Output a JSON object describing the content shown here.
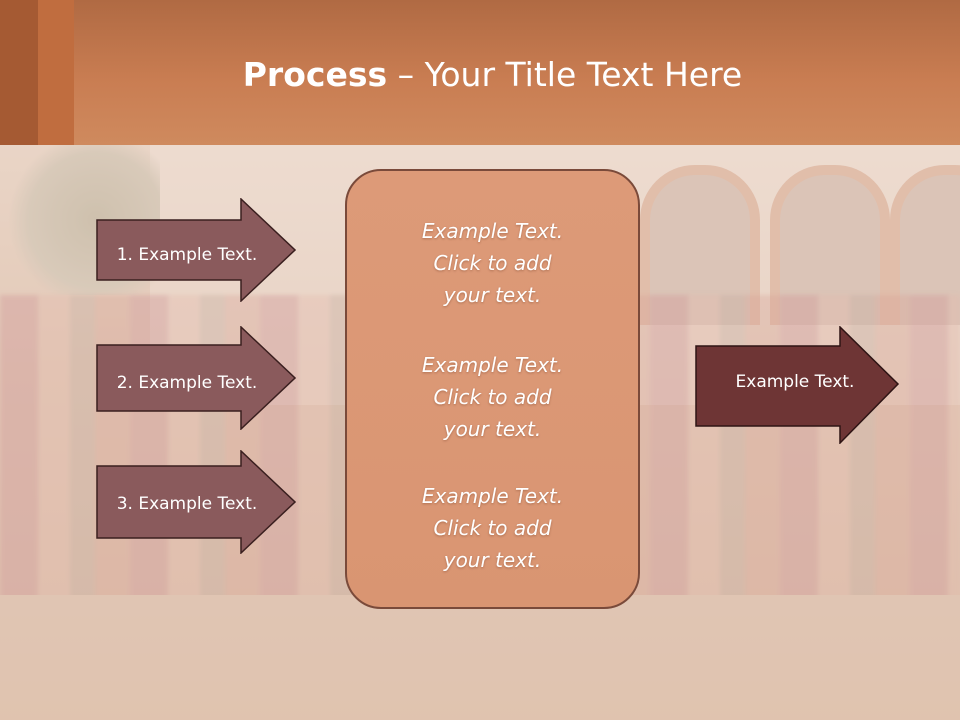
{
  "header": {
    "title_bold": "Process",
    "title_rest": " – Your Title Text Here"
  },
  "steps": [
    {
      "label": "1. Example Text."
    },
    {
      "label": "2. Example Text."
    },
    {
      "label": "3. Example Text."
    }
  ],
  "center": {
    "items": [
      {
        "line1": "Example Text.",
        "line2": "Click  to add",
        "line3": "your text."
      },
      {
        "line1": "Example Text.",
        "line2": "Click  to add",
        "line3": "your text."
      },
      {
        "line1": "Example Text.",
        "line2": "Click  to add",
        "line3": "your text."
      }
    ]
  },
  "output": {
    "label": "Example Text."
  },
  "colors": {
    "header": "#c97d52",
    "step_arrow": "#8a5a5c",
    "output_arrow": "#6e3535",
    "center_box": "#dc9876"
  }
}
